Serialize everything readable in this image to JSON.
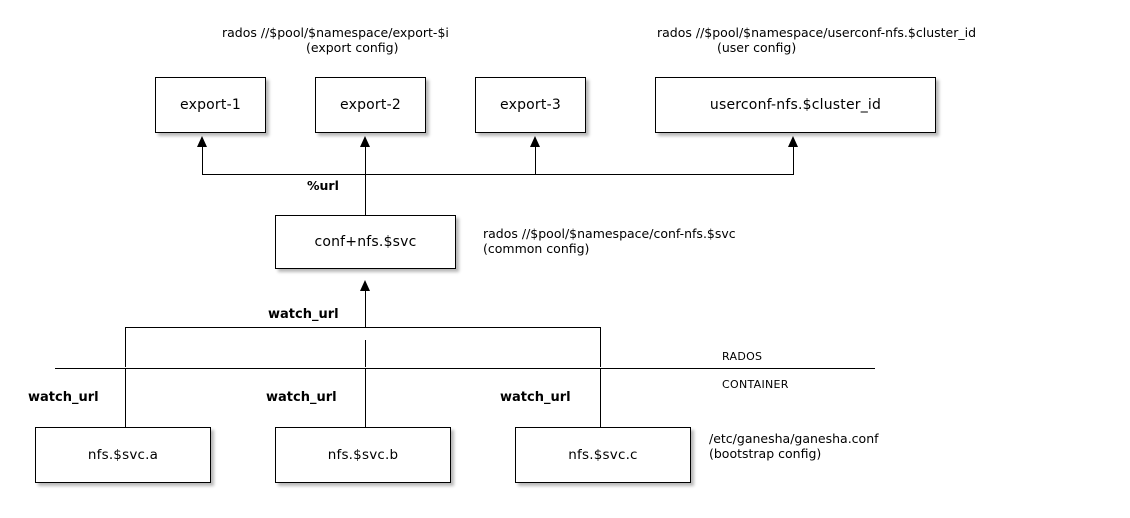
{
  "diagram": {
    "title_export": "rados //$pool/$namespace/export-$i",
    "title_export_sub": "(export config)",
    "title_userconf": "rados //$pool/$namespace/userconf-nfs.$cluster_id",
    "title_userconf_sub": "(user config)",
    "title_common": "rados //$pool/$namespace/conf-nfs.$svc",
    "title_common_sub": "(common config)",
    "title_bootstrap": "/etc/ganesha/ganesha.conf",
    "title_bootstrap_sub": "(bootstrap config)",
    "zone_rados": "RADOS",
    "zone_container": "CONTAINER",
    "edge_url": "%url",
    "edge_watch_main": "watch_url",
    "edge_watch_a": "watch_url",
    "edge_watch_b": "watch_url",
    "edge_watch_c": "watch_url",
    "nodes": {
      "export1": "export-1",
      "export2": "export-2",
      "export3": "export-3",
      "userconf": "userconf-nfs.$cluster_id",
      "conf": "conf+nfs.$svc",
      "svc_a": "nfs.$svc.a",
      "svc_b": "nfs.$svc.b",
      "svc_c": "nfs.$svc.c"
    },
    "colors": {
      "background": "#ffffff",
      "stroke": "#000000",
      "text": "#000000",
      "shadow": "rgba(0,0,0,0.28)"
    }
  }
}
